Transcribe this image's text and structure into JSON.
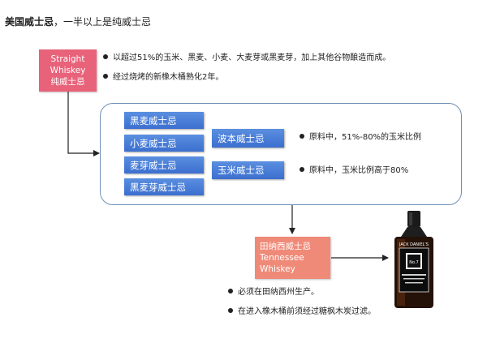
{
  "title": {
    "bold": "美国威士忌",
    "rest": "，一半以上是纯威士忌"
  },
  "straight": {
    "line1": "Straight",
    "line2": "Whiskey",
    "line3": "纯威士忌",
    "color": "#e8627a",
    "notes": [
      "以超过51%的玉米、黑麦、小麦、大麦芽或黑麦芽，加上其他谷物酿造而成。",
      "经过烧烤的新橡木桶熟化2年。"
    ]
  },
  "group": {
    "left_boxes": [
      "黑麦威士忌",
      "小麦威士忌",
      "麦芽威士忌",
      "黑麦芽威士忌"
    ],
    "bourbon": "波本威士忌",
    "corn": "玉米威士忌",
    "bourbon_note": "原料中，51%-80%的玉米比例",
    "corn_note": "原料中，玉米比例高于80%",
    "box_color": "#4a80dc"
  },
  "tennessee": {
    "line1": "田纳西威士忌",
    "line2": "Tennessee",
    "line3": "Whiskey",
    "color": "#f08a78",
    "notes": [
      "必须在田纳西州生产。",
      "在进入橡木桶前须经过糖枫木炭过滤。"
    ]
  },
  "bottle": {
    "brand": "JACK DANIEL'S",
    "number": "No.7"
  }
}
